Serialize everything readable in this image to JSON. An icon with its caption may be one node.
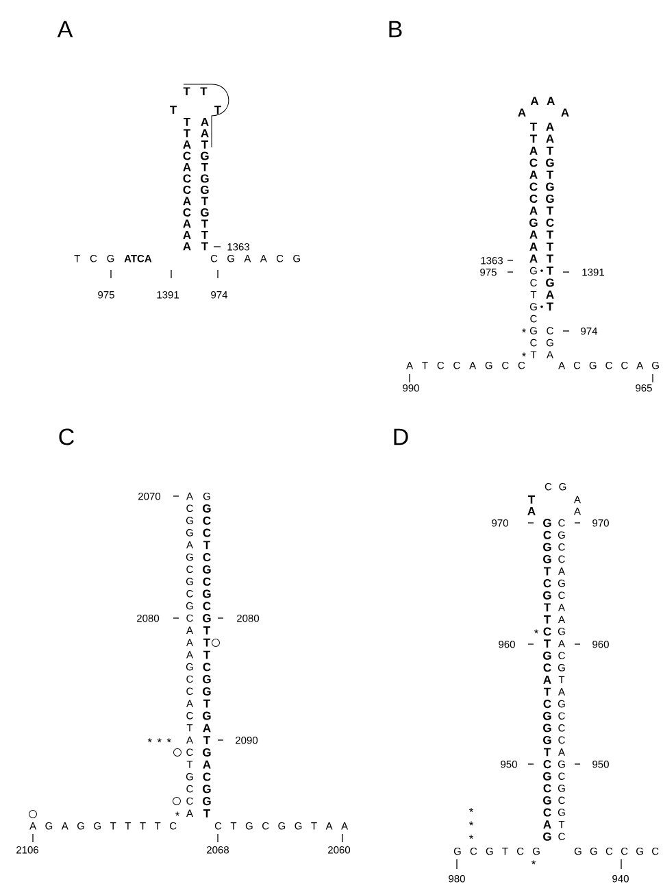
{
  "diagram": {
    "labels": [
      "A",
      "T T",
      "T",
      "T",
      "T T A C A C C A C A A A",
      "A A T G T G G T G T T T",
      "1363",
      "T C G **ATCA**",
      "C G A A C G",
      "975",
      "1391",
      "974",
      "B",
      "A A",
      "A",
      "A",
      "T T A C A C C A G A A A",
      "G C T G C G C T",
      "A A T G T G G T C T T T T G A T",
      "C G A",
      "1363",
      "975",
      "1391",
      "*",
      "974",
      "*",
      "A T C C A G C C",
      "A C G C C A G",
      "990",
      "965",
      "C",
      "2070",
      "A C G G A G C G C G C A A A G C C A C T A C T G C C A",
      "G",
      "G C C T C G C G C G T T T C G G T G A T G A C G G T",
      "2080",
      "2080",
      "* * *",
      "2090",
      "*",
      "A G A G G T T T T C",
      "C T G C G G T A A",
      "2106",
      "2068",
      "2060",
      "D",
      "C G",
      "T A",
      "A A",
      "970",
      "G C G G T C G T T C T G C A T C G G G T C G C G C A G",
      "C G C C A G C A A G A C G T A G C C C A G C G C G T C",
      "970",
      "*",
      "960",
      "960",
      "950",
      "950",
      "* * *",
      "G C G T C G",
      "G G C C G C",
      "*",
      "980",
      "940"
    ]
  }
}
